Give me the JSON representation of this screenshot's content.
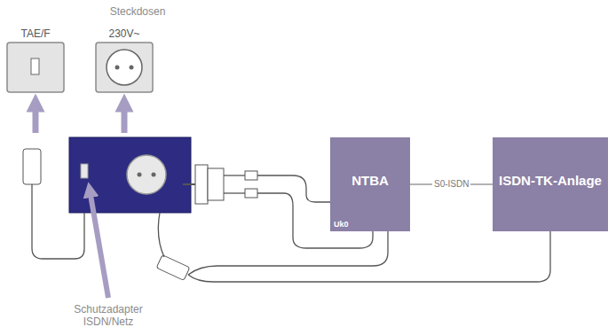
{
  "diagram": {
    "nodes": [
      {
        "text": [
          "TAE/F"
        ]
      },
      {
        "text": [
          "230V~"
        ]
      },
      {
        "text": [
          "NTBA",
          "Uk0"
        ]
      },
      {
        "text": [
          "ISDN-TK-Anlage"
        ]
      }
    ],
    "edges": [
      {
        "from": 2,
        "to": 3,
        "label": "S0-ISDN",
        "arrow": "none"
      }
    ],
    "labels": [
      "Steckdosen",
      "Schutzadapter ISDN/Netz"
    ]
  }
}
